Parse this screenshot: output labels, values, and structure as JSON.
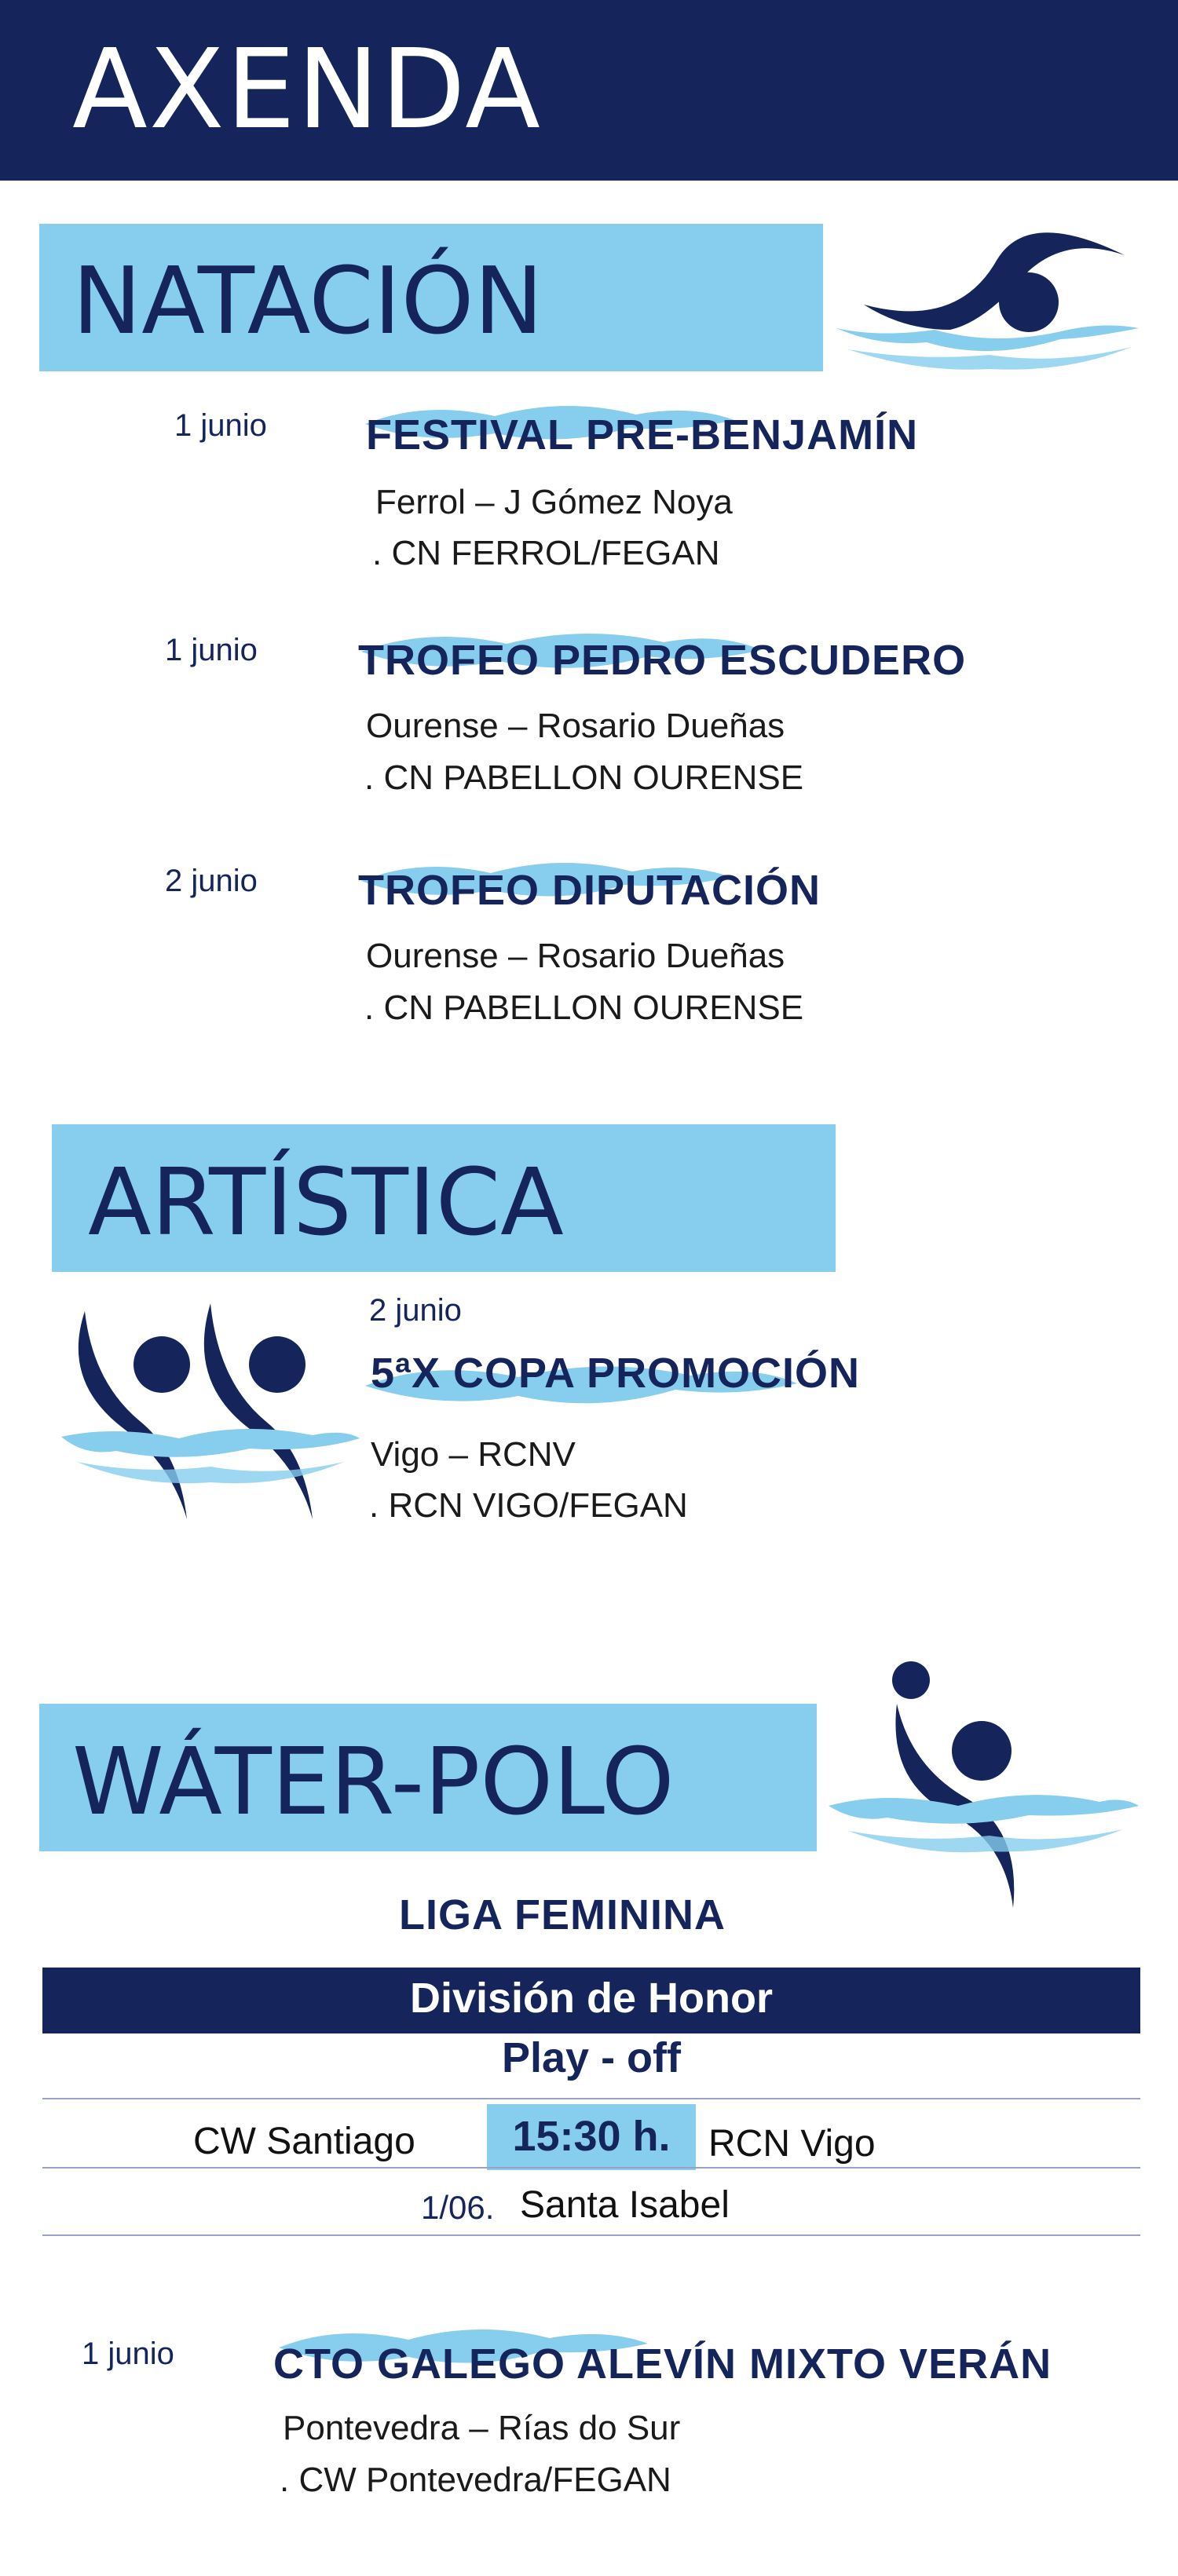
{
  "header": {
    "title": "AXENDA"
  },
  "colors": {
    "navy": "#16245c",
    "light_blue": "#86cdee",
    "splash": "#86cdee"
  },
  "natacion": {
    "title": "NATACIÓN",
    "icon": "swimmer-icon",
    "events": [
      {
        "date": "1 junio",
        "title": "FESTIVAL PRE-BENJAMÍN",
        "place": "Ferrol – J Gómez Noya",
        "org": ". CN FERROL/FEGAN"
      },
      {
        "date": "1 junio",
        "title": "TROFEO PEDRO ESCUDERO",
        "place": "Ourense – Rosario Dueñas",
        "org": ". CN PABELLON OURENSE"
      },
      {
        "date": "2 junio",
        "title": "TROFEO DIPUTACIÓN",
        "place": "Ourense – Rosario Dueñas",
        "org": ". CN PABELLON OURENSE"
      }
    ]
  },
  "artistica": {
    "title": "ARTÍSTICA",
    "icon": "synchronized-swimmers-icon",
    "event": {
      "date": "2 junio",
      "title": "5ªX COPA PROMOCIÓN",
      "place": "Vigo – RCNV",
      "org": ". RCN VIGO/FEGAN"
    }
  },
  "waterpolo": {
    "title": "WÁTER-POLO",
    "icon": "water-polo-player-icon",
    "league": "LIGA FEMININA",
    "division": "División de Honor",
    "phase": "Play - off",
    "match": {
      "home": "CW Santiago",
      "time": "15:30 h.",
      "away": "RCN Vigo",
      "date": "1/06.",
      "venue": "Santa Isabel"
    },
    "event": {
      "date": "1 junio",
      "title": "CTO GALEGO ALEVÍN MIXTO VERÁN",
      "place": "Pontevedra – Rías do Sur",
      "org": ". CW Pontevedra/FEGAN"
    }
  }
}
